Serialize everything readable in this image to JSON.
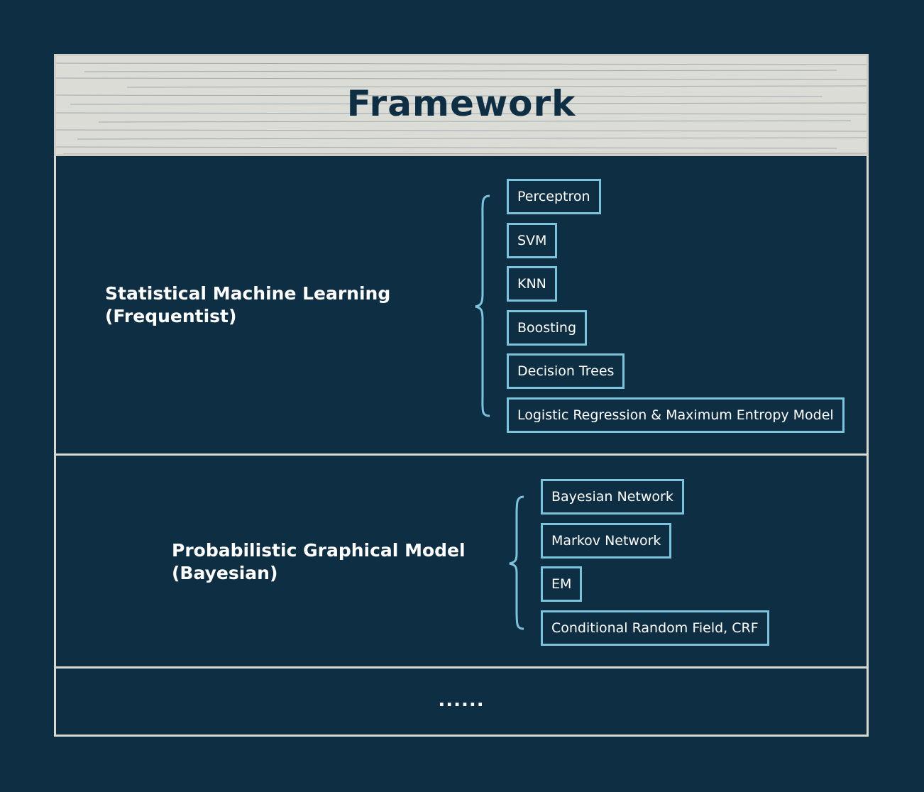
{
  "title": "Framework",
  "sections": [
    {
      "label_line1": "Statistical Machine Learning",
      "label_line2": "(Frequentist)",
      "items": [
        "Perceptron",
        "SVM",
        "KNN",
        "Boosting",
        "Decision Trees",
        "Logistic Regression & Maximum Entropy Model"
      ]
    },
    {
      "label_line1": "Probabilistic Graphical Model",
      "label_line2": "(Bayesian)",
      "items": [
        "Bayesian Network",
        "Markov Network",
        "EM",
        "Conditional Random Field, CRF"
      ]
    }
  ],
  "more": "......",
  "colors": {
    "background": "#0e2e44",
    "header_fill": "#dcdcd6",
    "item_border": "#7cc3dc",
    "text": "#ffffff"
  }
}
